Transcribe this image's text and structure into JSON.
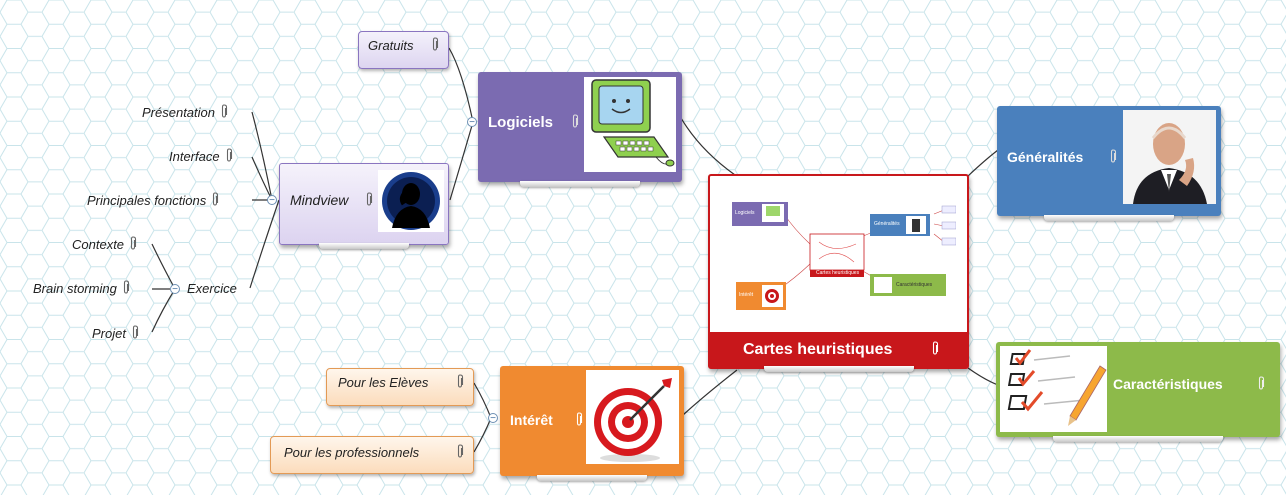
{
  "central": {
    "label": "Cartes heuristiques",
    "color": "#c8171b"
  },
  "topics": {
    "logiciels": {
      "label": "Logiciels",
      "color": "#7b6bb1"
    },
    "generalites": {
      "label": "Généralités",
      "color": "#4a80bd"
    },
    "caracteristiques": {
      "label": "Caractéristiques",
      "color": "#8dba4a"
    },
    "interet": {
      "label": "Intérêt",
      "color": "#f08a30"
    },
    "mindview": {
      "label": "Mindview"
    }
  },
  "leaves": {
    "gratuits": "Gratuits",
    "presentation": "Présentation",
    "interface": "Interface",
    "principales_fonctions": "Principales fonctions",
    "contexte": "Contexte",
    "brain_storming": "Brain storming",
    "projet": "Projet",
    "exercice": "Exercice",
    "pour_eleves": "Pour les Elèves",
    "pour_professionnels": "Pour les professionnels"
  },
  "thumbnail": {
    "central": "Cartes heuristiques",
    "logiciels": "Logiciels",
    "generalites": "Généralités",
    "interet": "Intérêt",
    "caracteristiques": "Caractéristiques"
  },
  "icons": {
    "attachment": "paperclip-icon",
    "collapse": "collapse-minus-icon"
  }
}
